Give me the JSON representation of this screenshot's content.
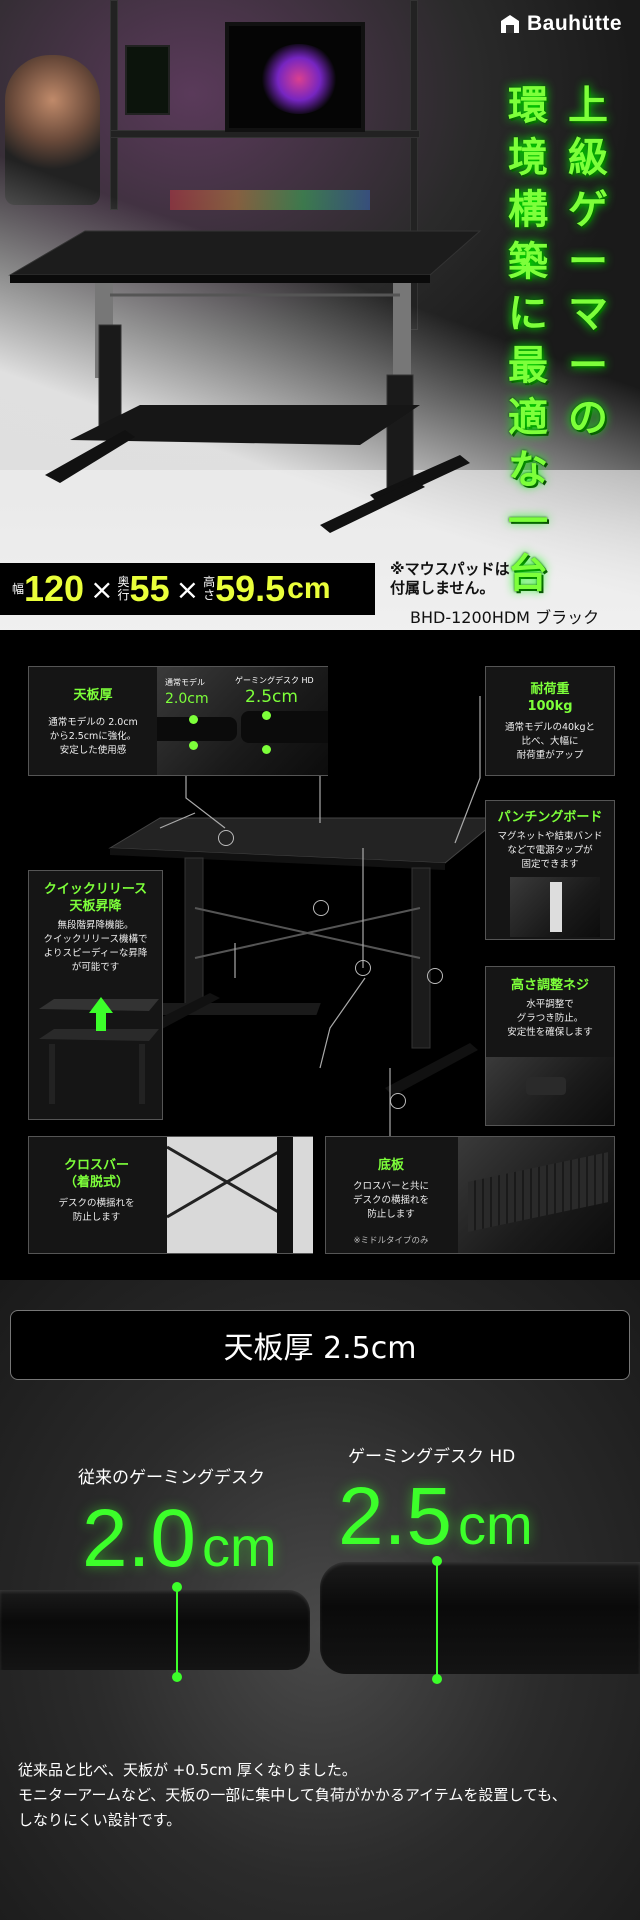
{
  "brand": {
    "name": "Bauhütte"
  },
  "hero": {
    "catch_col1": [
      "上",
      "級",
      "ゲ",
      "ー",
      "マ",
      "ー",
      "の"
    ],
    "catch_col2": [
      "環",
      "境",
      "構",
      "築",
      "に",
      "最",
      "適",
      "な",
      "一",
      "台"
    ],
    "dims": {
      "width_label": [
        "幅"
      ],
      "width_value": "120",
      "depth_label": [
        "奥",
        "行"
      ],
      "depth_value": "55",
      "height_label": [
        "高",
        "さ"
      ],
      "height_value": "59.5",
      "unit": "cm",
      "times": "×"
    },
    "note_line1": "※マウスパッドは",
    "note_line2": "付属しません。",
    "model": "BHD-1200HDM ブラック"
  },
  "features": {
    "top_thickness": {
      "title": "天板厚",
      "body": [
        "通常モデルの 2.0cm",
        "から2.5cmに強化。",
        "安定した使用感"
      ],
      "std_label": "通常モデル",
      "std_value": "2.0cm",
      "hd_label": "ゲーミングデスク HD",
      "hd_value": "2.5cm"
    },
    "load": {
      "title": "耐荷重",
      "value": "100kg",
      "body": [
        "通常モデルの40kgと",
        "比べ、大幅に",
        "耐荷重がアップ"
      ]
    },
    "punching": {
      "title": "パンチングボード",
      "body": [
        "マグネットや結束バンド",
        "などで電源タップが",
        "固定できます"
      ]
    },
    "quick": {
      "title": [
        "クイックリリース",
        "天板昇降"
      ],
      "body": [
        "無段階昇降機能。",
        "クイックリリース機構で",
        "よりスピーディーな昇降",
        "が可能です"
      ]
    },
    "height_adj": {
      "title": "高さ調整ネジ",
      "body": [
        "水平調整で",
        "グラつき防止。",
        "安定性を確保します"
      ]
    },
    "crossbar": {
      "title": [
        "クロスバー",
        "（着脱式）"
      ],
      "body": [
        "デスクの横揺れを",
        "防止します"
      ]
    },
    "bottom": {
      "title": "底板",
      "body": [
        "クロスバーと共に",
        "デスクの横揺れを",
        "防止します"
      ],
      "note": "※ミドルタイプのみ"
    }
  },
  "thickness": {
    "banner": "天板厚 2.5cm",
    "old_label": "従来のゲーミングデスク",
    "old_num": "2.0",
    "old_unit": "cm",
    "new_label": "ゲーミングデスク HD",
    "new_num": "2.5",
    "new_unit": "cm",
    "desc": [
      "従来品と比べ、天板が +0.5cm 厚くなりました。",
      "モニターアームなど、天板の一部に集中して負荷がかかるアイテムを設置しても、",
      "しなりにくい設計です。"
    ]
  },
  "colors": {
    "accent": "#7dff3a",
    "accent_bright": "#3cff2a",
    "dim_value": "#eaff3a"
  }
}
